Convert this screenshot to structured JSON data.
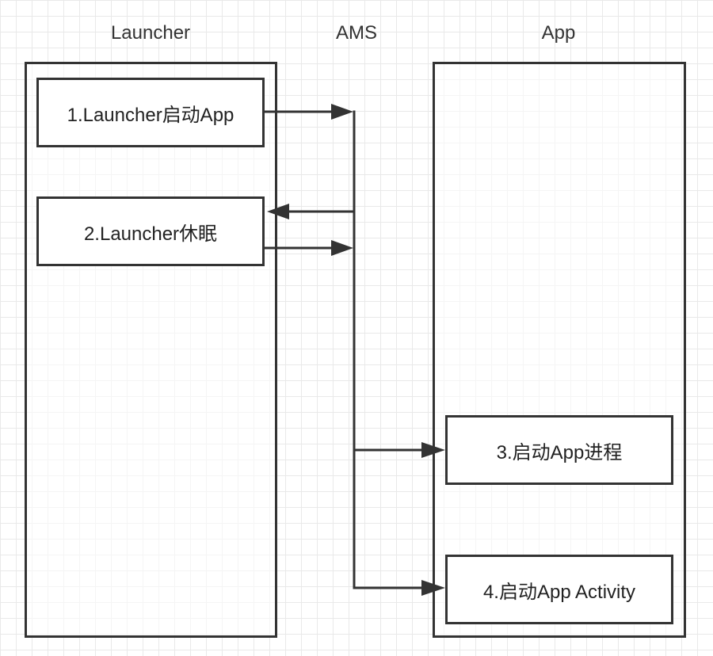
{
  "columns": {
    "launcher": "Launcher",
    "ams": "AMS",
    "app": "App"
  },
  "steps": [
    {
      "label": "1.Launcher启动App"
    },
    {
      "label": "2.Launcher休眠"
    },
    {
      "label": "3.启动App进程"
    },
    {
      "label": "4.启动App Activity"
    }
  ],
  "colors": {
    "stroke": "#333333",
    "grid": "#e9e9e9",
    "background": "#ffffff"
  }
}
